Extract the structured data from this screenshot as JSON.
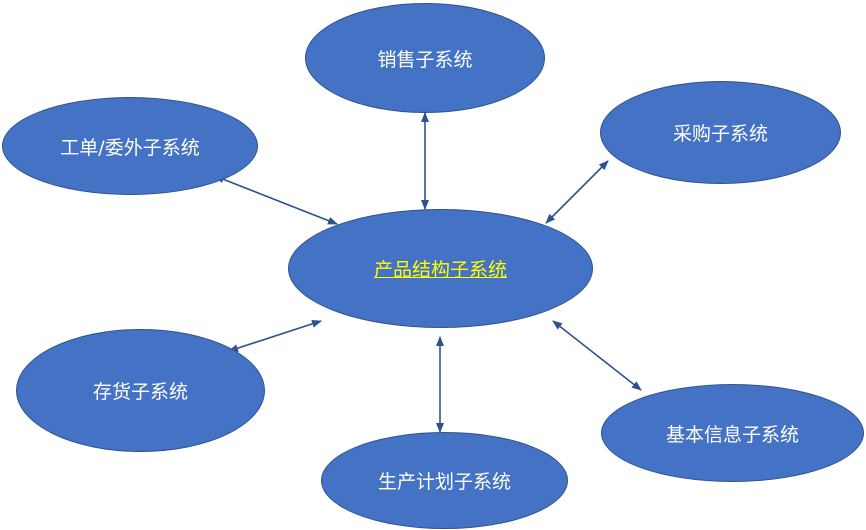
{
  "diagram": {
    "center": {
      "label": "产品结构子系统"
    },
    "nodes": [
      {
        "id": "sales",
        "label": "销售子系统"
      },
      {
        "id": "workorder",
        "label": "工单/委外子系统"
      },
      {
        "id": "purchase",
        "label": "采购子系统"
      },
      {
        "id": "inventory",
        "label": "存货子系统"
      },
      {
        "id": "basicinfo",
        "label": "基本信息子系统"
      },
      {
        "id": "production",
        "label": "生产计划子系统"
      }
    ],
    "edges": [
      {
        "from": "center",
        "to": "sales",
        "direction": "both"
      },
      {
        "from": "center",
        "to": "workorder",
        "direction": "both"
      },
      {
        "from": "center",
        "to": "purchase",
        "direction": "both"
      },
      {
        "from": "center",
        "to": "inventory",
        "direction": "both"
      },
      {
        "from": "center",
        "to": "basicinfo",
        "direction": "both"
      },
      {
        "from": "center",
        "to": "production",
        "direction": "both"
      }
    ],
    "colors": {
      "fill": "#4472c4",
      "border": "#2f528f",
      "text": "#ffffff",
      "center_text": "#ffff00",
      "arrow": "#2f528f"
    }
  }
}
